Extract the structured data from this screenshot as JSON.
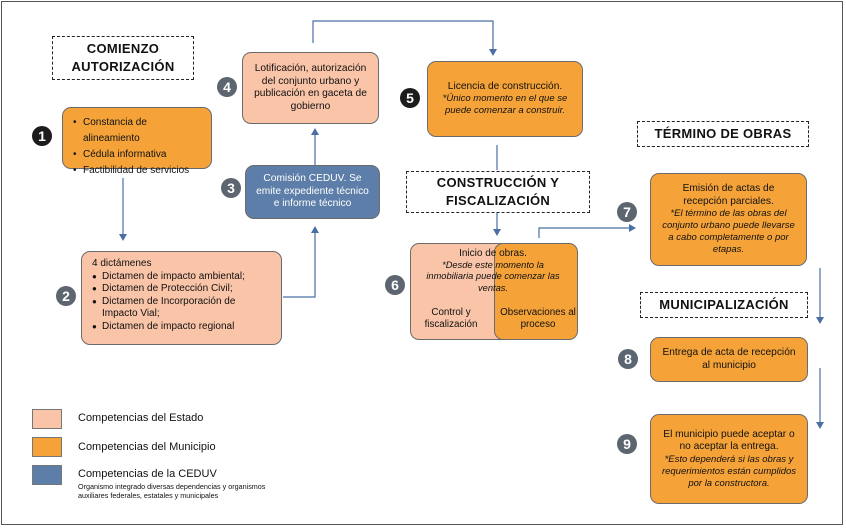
{
  "headers": {
    "comienzo": "COMIENZO AUTORIZACIÓN",
    "construccion": "CONSTRUCCIÓN Y FISCALIZACIÓN",
    "termino": "TÉRMINO DE OBRAS",
    "municipalizacion": "MUNICIPALIZACIÓN"
  },
  "steps": {
    "s1": {
      "num": "1",
      "items": [
        "Constancia de alineamiento",
        "Cédula informativa",
        "Factibilidad de servicios"
      ]
    },
    "s2": {
      "num": "2",
      "intro": "4 dictámenes",
      "items": [
        "Dictamen de impacto ambiental;",
        "Dictamen de Protección Civil;",
        "Dictamen de Incorporación de Impacto Vial;",
        "Dictamen de impacto regional"
      ]
    },
    "s3": {
      "num": "3",
      "text": "Comisión CEDUV. Se emite expediente técnico e informe técnico"
    },
    "s4": {
      "num": "4",
      "text": "Lotificación, autorización del conjunto urbano y publicación en gaceta de gobierno"
    },
    "s5": {
      "num": "5",
      "text": "Licencia de construcción.",
      "note": "*Único momento en el que se puede comenzar a construir."
    },
    "s6": {
      "num": "6",
      "text": "Inicio de obras.",
      "note": "*Desde este momento la inmobiliaria puede comenzar las ventas.",
      "left_label": "Control y fiscalización",
      "right_label": "Observaciones al proceso"
    },
    "s7": {
      "num": "7",
      "text": "Emisión de actas de recepción parciales.",
      "note": "*El término de las obras del conjunto urbano puede llevarse a cabo completamente o por etapas."
    },
    "s8": {
      "num": "8",
      "text": "Entrega de acta de recepción al municipio"
    },
    "s9": {
      "num": "9",
      "text": "El municipio puede aceptar o no aceptar la entrega.",
      "note": "*Esto dependerá si las obras y requerimientos están cumplidos por la constructora."
    }
  },
  "legend": {
    "estado": "Competencias del Estado",
    "municipio": "Competencias del Municipio",
    "ceduv": "Competencias de la CEDUV",
    "ceduv_note": "Organismo integrado diversas dependencias y organismos auxiliares federales, estatales y municipales"
  },
  "colors": {
    "estado": "#f9c4a8",
    "municipio": "#f5a339",
    "ceduv": "#5d7ea8",
    "arrow": "#4a6fa5"
  }
}
